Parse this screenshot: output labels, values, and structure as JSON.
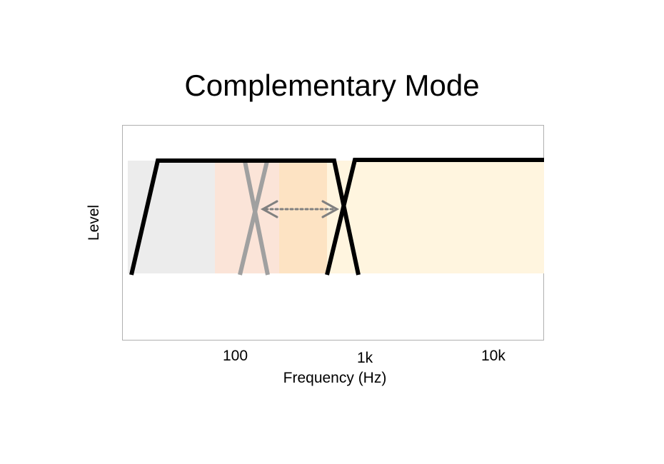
{
  "title": "Complementary Mode",
  "axes": {
    "xlabel": "Frequency (Hz)",
    "ylabel": "Level",
    "xticks": [
      "100",
      "1k",
      "10k"
    ]
  },
  "annotation": {
    "arrow": "double-headed dotted arrow indicating adjustable crossover point"
  },
  "colors": {
    "band_gray": "#ececec",
    "band_peach": "#fbe4d8",
    "band_orange": "#fde3c3",
    "band_cream": "#fff5df",
    "curve_active": "#000000",
    "curve_inactive": "#a0a0a0",
    "arrow": "#808080"
  }
}
